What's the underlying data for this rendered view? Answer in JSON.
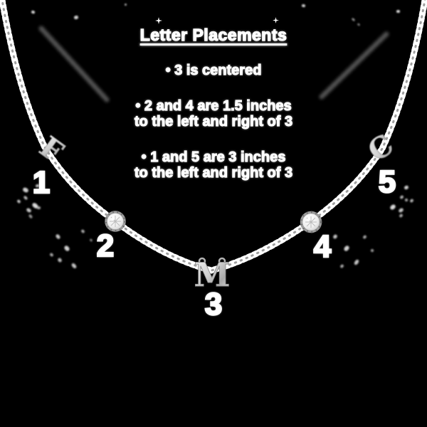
{
  "background_color": "#000000",
  "instructions": {
    "title": "Letter Placements",
    "bullet_1": "• 3 is centered",
    "bullet_2_line_1": "• 2 and 4 are 1.5 inches",
    "bullet_2_line_2": "to the left and right of 3",
    "bullet_3_line_1": "• 1 and 5 are 3 inches",
    "bullet_3_line_2": "to the left and right of 3"
  },
  "necklace": {
    "description": "silver cable chain with gothic letter charms and round bezel-set diamond stations",
    "metal_color_hex": "#d9d9d9",
    "positions": [
      {
        "label": "1",
        "charm": "gothic letter charm",
        "letter": "F"
      },
      {
        "label": "2",
        "charm": "round bezel diamond charm"
      },
      {
        "label": "3",
        "charm": "gothic letter charm",
        "letter": "M"
      },
      {
        "label": "4",
        "charm": "round bezel diamond charm"
      },
      {
        "label": "5",
        "charm": "gothic letter charm",
        "letter": "C"
      }
    ]
  }
}
